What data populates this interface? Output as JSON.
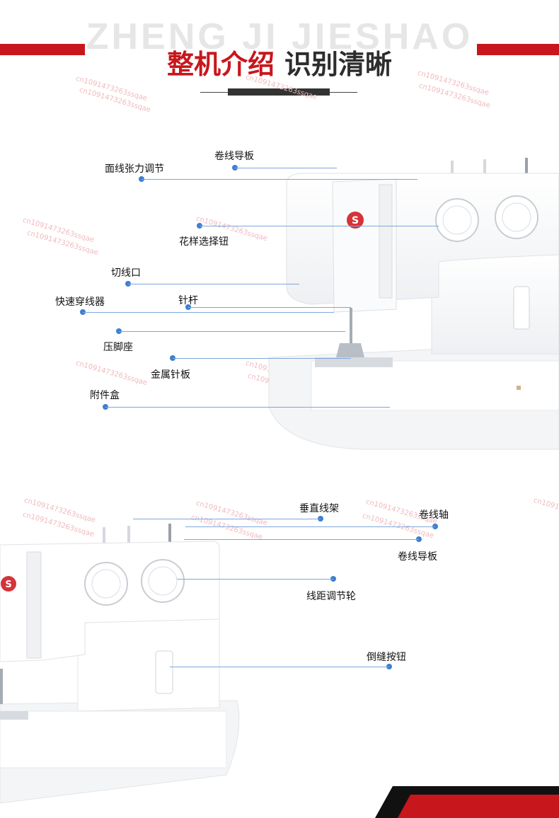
{
  "header": {
    "pinyin_title": "ZHENG JI JIESHAO",
    "title_red": "整机介绍",
    "title_dark": "识别清晰",
    "accent_color": "#c8161d"
  },
  "watermark_text": "cn1091473263ssqae",
  "section1": {
    "labels": {
      "bobbin_guide": "卷线导板",
      "tension_adjust": "面线张力调节",
      "pattern_select": "花样选择钮",
      "thread_cutter": "切线口",
      "needle_threader": "快速穿线器",
      "needle_bar": "针杆",
      "presser_foot": "压脚座",
      "metal_plate": "金属针板",
      "accessory_box": "附件盒"
    }
  },
  "section2": {
    "labels": {
      "spool_pin": "垂直线架",
      "bobbin_shaft": "卷线轴",
      "bobbin_guide": "卷线导板",
      "stitch_length": "线距调节轮",
      "reverse_button": "倒缝按钮"
    }
  },
  "brand_logo_letter": "S"
}
